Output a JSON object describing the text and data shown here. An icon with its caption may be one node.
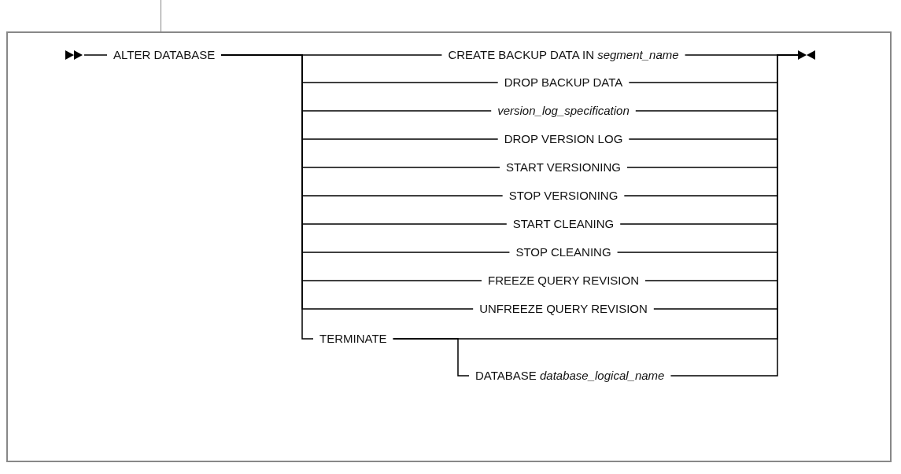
{
  "diagram": {
    "nodes": [
      {
        "text": [],
        "shape": "triangle"
      },
      {
        "text": [
          "ALTER DATABASE"
        ]
      },
      {
        "text": [
          "CREATE BACKUP DATA IN *segment_name*"
        ]
      },
      {
        "text": [
          "DROP BACKUP DATA"
        ]
      },
      {
        "text": [
          "version_log_specification"
        ]
      },
      {
        "text": [
          "DROP VERSION LOG"
        ]
      },
      {
        "text": [
          "START VERSIONING"
        ]
      },
      {
        "text": [
          "STOP VERSIONING"
        ]
      },
      {
        "text": [
          "START CLEANING"
        ]
      },
      {
        "text": [
          "STOP CLEANING"
        ]
      },
      {
        "text": [
          "FREEZE QUERY REVISION"
        ]
      },
      {
        "text": [
          "UNFREEZE QUERY REVISION"
        ]
      },
      {
        "text": [
          "TERMINATE"
        ]
      },
      {
        "text": [
          "DATABASE *database_logical_name*"
        ]
      },
      {
        "text": [],
        "shape": "triangle"
      }
    ],
    "edges": [
      {
        "from": 0,
        "to": 1,
        "arrow": "none"
      },
      {
        "from": 1,
        "to": 2,
        "arrow": "none"
      },
      {
        "from": 1,
        "to": 3,
        "arrow": "none"
      },
      {
        "from": 1,
        "to": 4,
        "arrow": "none"
      },
      {
        "from": 1,
        "to": 5,
        "arrow": "none"
      },
      {
        "from": 1,
        "to": 6,
        "arrow": "none"
      },
      {
        "from": 1,
        "to": 7,
        "arrow": "none"
      },
      {
        "from": 1,
        "to": 8,
        "arrow": "none"
      },
      {
        "from": 1,
        "to": 9,
        "arrow": "none"
      },
      {
        "from": 1,
        "to": 10,
        "arrow": "none"
      },
      {
        "from": 1,
        "to": 11,
        "arrow": "none"
      },
      {
        "from": 1,
        "to": 12,
        "arrow": "none"
      },
      {
        "from": 2,
        "to": 14,
        "arrow": "none"
      },
      {
        "from": 3,
        "to": 14,
        "arrow": "none"
      },
      {
        "from": 4,
        "to": 14,
        "arrow": "none"
      },
      {
        "from": 5,
        "to": 14,
        "arrow": "none"
      },
      {
        "from": 6,
        "to": 14,
        "arrow": "none"
      },
      {
        "from": 7,
        "to": 14,
        "arrow": "none"
      },
      {
        "from": 8,
        "to": 14,
        "arrow": "none"
      },
      {
        "from": 9,
        "to": 14,
        "arrow": "none"
      },
      {
        "from": 10,
        "to": 14,
        "arrow": "none"
      },
      {
        "from": 11,
        "to": 14,
        "arrow": "none"
      },
      {
        "from": 12,
        "to": 14,
        "arrow": "none"
      },
      {
        "from": 12,
        "to": 13,
        "arrow": "none"
      },
      {
        "from": 13,
        "to": 14,
        "arrow": "none"
      }
    ]
  }
}
